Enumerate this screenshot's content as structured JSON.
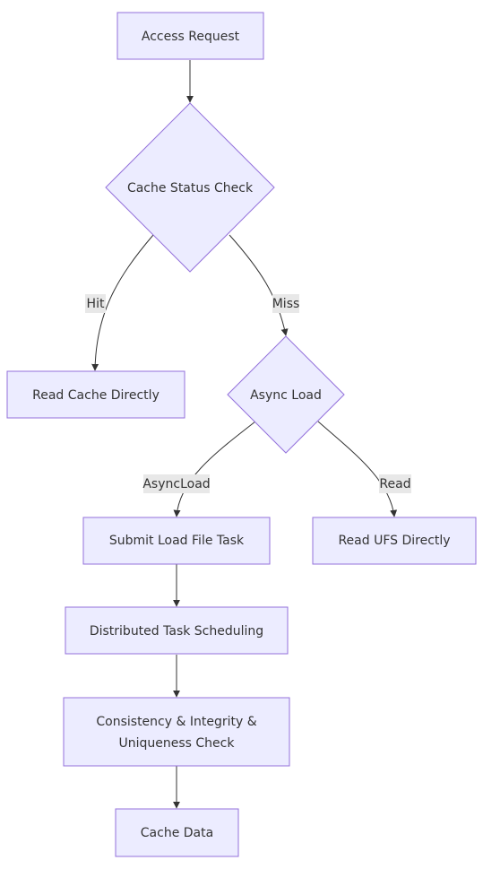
{
  "nodes": {
    "access_request": "Access Request",
    "cache_status_check": "Cache Status Check",
    "read_cache_directly": "Read Cache Directly",
    "async_load": "Async Load",
    "submit_load_file_task": "Submit Load File Task",
    "read_ufs_directly": "Read UFS Directly",
    "distributed_task_scheduling": "Distributed Task Scheduling",
    "consistency_check_line1": "Consistency & Integrity &",
    "consistency_check_line2": "Uniqueness Check",
    "cache_data": "Cache Data"
  },
  "edges": {
    "hit": "Hit",
    "miss": "Miss",
    "asyncload": "AsyncLoad",
    "read": "Read"
  },
  "colors": {
    "node_fill": "#ECECFF",
    "node_stroke": "#9370DB",
    "edge": "#333333",
    "edge_label_bg": "#e8e8e8",
    "text": "#333333"
  }
}
